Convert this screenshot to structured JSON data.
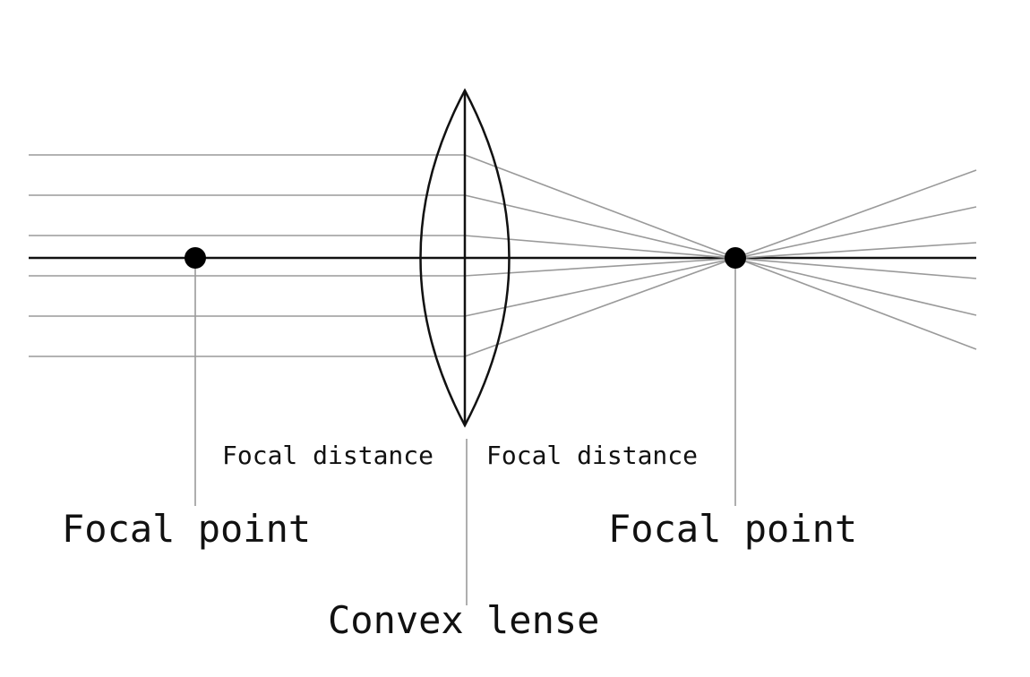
{
  "colors": {
    "background": "#ffffff",
    "axis": "#111111",
    "ray": "#9a9a9a",
    "lens": "#111111",
    "pointer_line": "#9a9a9a",
    "text": "#111111"
  },
  "labels": {
    "focal_distance_left": "Focal distance",
    "focal_distance_right": "Focal distance",
    "focal_point_left": "Focal point",
    "focal_point_right": "Focal point",
    "lens": "Convex lense"
  },
  "incoming_ray_count": 6
}
